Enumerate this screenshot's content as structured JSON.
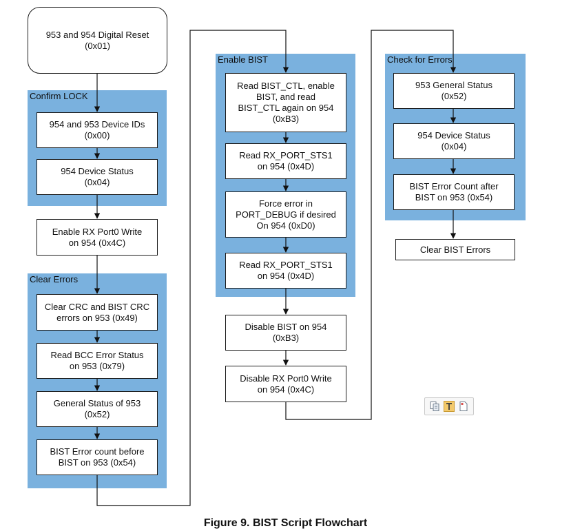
{
  "groups": {
    "confirm_lock": {
      "title": "Confirm LOCK"
    },
    "clear_errors": {
      "title": "Clear Errors"
    },
    "enable_bist": {
      "title": "Enable BIST"
    },
    "check_errors": {
      "title": "Check for Errors"
    }
  },
  "steps": {
    "reset": {
      "l1": "953 and 954 Digital Reset",
      "l2": "(0x01)"
    },
    "device_ids": {
      "l1": "954 and 953 Device IDs",
      "l2": "(0x00)"
    },
    "dev_status_1": {
      "l1": "954 Device Status",
      "l2": "(0x04)"
    },
    "rx_write": {
      "l1": "Enable RX Port0 Write",
      "l2": "on 954 (0x4C)"
    },
    "clear_crc": {
      "l1": "Clear CRC and BIST CRC",
      "l2": "errors on 953 (0x49)"
    },
    "read_bcc": {
      "l1": "Read BCC Error Status",
      "l2": "on 953 (0x79)"
    },
    "gen_status": {
      "l1": "General Status of 953",
      "l2": "(0x52)"
    },
    "bist_count_pre": {
      "l1": "BIST Error count before",
      "l2": "BIST on  953 (0x54)"
    },
    "read_bist_ctl": {
      "l1": "Read BIST_CTL, enable",
      "l2": "BIST, and read",
      "l3": "BIST_CTL again on 954",
      "l4": "(0xB3)"
    },
    "read_rx_sts_1": {
      "l1": "Read RX_PORT_STS1",
      "l2": "on 954 (0x4D)"
    },
    "force_error": {
      "l1": "Force error in",
      "l2": "PORT_DEBUG if desired",
      "l3": "On 954 (0xD0)"
    },
    "read_rx_sts_2": {
      "l1": "Read RX_PORT_STS1",
      "l2": "on 954 (0x4D)"
    },
    "disable_bist": {
      "l1": "Disable BIST on 954",
      "l2": "(0xB3)"
    },
    "disable_rx": {
      "l1": "Disable RX Port0 Write",
      "l2": "on 954 (0x4C)"
    },
    "gen_status_953": {
      "l1": "953 General Status",
      "l2": "(0x52)"
    },
    "dev_status_954": {
      "l1": "954 Device Status",
      "l2": "(0x04)"
    },
    "bist_count_post": {
      "l1": "BIST Error Count after",
      "l2": "BIST on 953 (0x54)"
    },
    "clear_bist": {
      "l1": "Clear BIST Errors"
    }
  },
  "caption": "Figure 9. BIST Script Flowchart",
  "toolbar": {
    "icons": [
      "copy-icon",
      "text-icon",
      "page-icon"
    ]
  },
  "colors": {
    "group_fill": "#7ab1de",
    "box_border": "#1a1a1a"
  }
}
